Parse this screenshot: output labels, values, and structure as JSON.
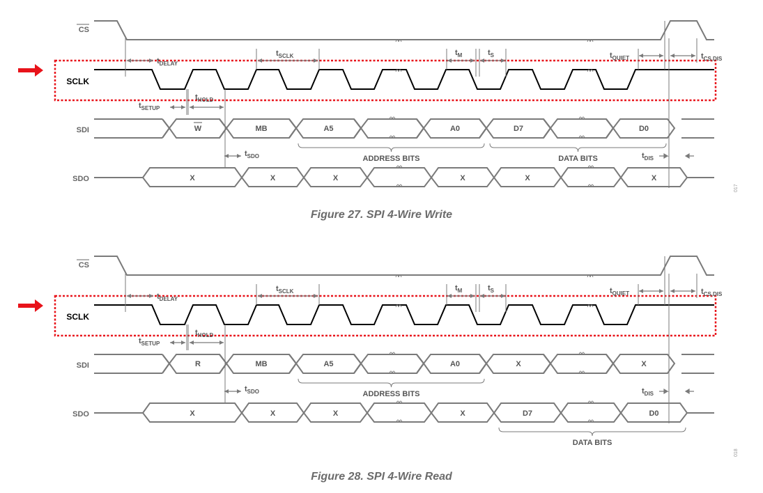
{
  "colors": {
    "grey": "#7a7a7a",
    "black": "#000000",
    "highlight": "#e8131a",
    "text": "#555555"
  },
  "figures": [
    {
      "caption": "Figure 27. SPI 4-Wire Write",
      "code": "017",
      "signals": {
        "cs": "CS",
        "sclk": "SCLK",
        "sdi": "SDI",
        "sdo": "SDO"
      },
      "timing": {
        "t_delay": {
          "t": "t",
          "sub": "DELAY"
        },
        "t_sclk": {
          "t": "t",
          "sub": "SCLK"
        },
        "t_m": {
          "t": "t",
          "sub": "M"
        },
        "t_s": {
          "t": "t",
          "sub": "S"
        },
        "t_quiet": {
          "t": "t",
          "sub": "QUIET"
        },
        "t_csdis": {
          "t": "t",
          "sub": "CS,DIS"
        },
        "t_setup": {
          "t": "t",
          "sub": "SETUP"
        },
        "t_hold": {
          "t": "t",
          "sub": "HOLD"
        },
        "t_sdo": {
          "t": "t",
          "sub": "SDO"
        },
        "t_dis": {
          "t": "t",
          "sub": "DIS"
        }
      },
      "sdi_cells": [
        "W",
        "MB",
        "A5",
        "",
        "A0",
        "D7",
        "",
        "D0"
      ],
      "sdi_first_overbar": true,
      "sdo_cells": [
        "X",
        "X",
        "X",
        "",
        "X",
        "X",
        "",
        "X"
      ],
      "brace_labels": {
        "address": "ADDRESS BITS",
        "data": "DATA BITS"
      },
      "data_bits_brace_row": "sdi"
    },
    {
      "caption": "Figure 28. SPI 4-Wire Read",
      "code": "018",
      "signals": {
        "cs": "CS",
        "sclk": "SCLK",
        "sdi": "SDI",
        "sdo": "SDO"
      },
      "timing": {
        "t_delay": {
          "t": "t",
          "sub": "DELAY"
        },
        "t_sclk": {
          "t": "t",
          "sub": "SCLK"
        },
        "t_m": {
          "t": "t",
          "sub": "M"
        },
        "t_s": {
          "t": "t",
          "sub": "S"
        },
        "t_quiet": {
          "t": "t",
          "sub": "QUIET"
        },
        "t_csdis": {
          "t": "t",
          "sub": "CS,DIS"
        },
        "t_setup": {
          "t": "t",
          "sub": "SETUP"
        },
        "t_hold": {
          "t": "t",
          "sub": "HOLD"
        },
        "t_sdo": {
          "t": "t",
          "sub": "SDO"
        },
        "t_dis": {
          "t": "t",
          "sub": "DIS"
        }
      },
      "sdi_cells": [
        "R",
        "MB",
        "A5",
        "",
        "A0",
        "X",
        "",
        "X"
      ],
      "sdi_first_overbar": false,
      "sdo_cells": [
        "X",
        "X",
        "X",
        "",
        "X",
        "D7",
        "",
        "D0"
      ],
      "brace_labels": {
        "address": "ADDRESS BITS",
        "data": "DATA BITS"
      },
      "data_bits_brace_row": "sdo"
    }
  ]
}
